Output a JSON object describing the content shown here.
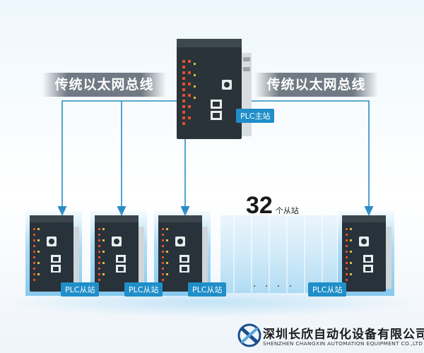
{
  "bus_labels": {
    "left": "传统以太网总线",
    "right": "传统以太网总线"
  },
  "master": {
    "tag": "PLC主站"
  },
  "slave_count": {
    "number": "32",
    "text": "个从站"
  },
  "slaves": [
    {
      "tag": "PLC从站"
    },
    {
      "tag": "PLC从站"
    },
    {
      "tag": "PLC从站"
    },
    {
      "tag": "PLC从站"
    }
  ],
  "ellipsis": "· · · ·",
  "company": {
    "name_cn": "深圳长欣自动化设备有限公司",
    "name_en": "SHENZHEN CHANGXIN AUTOMATION EQUIPMENT CO.,LTD"
  },
  "colors": {
    "line": "#2a8cc4",
    "tag": "#1f8ec9",
    "device": "#27323a",
    "glow": "#8fd0f3",
    "logo_blue": "#1b4d8c"
  }
}
